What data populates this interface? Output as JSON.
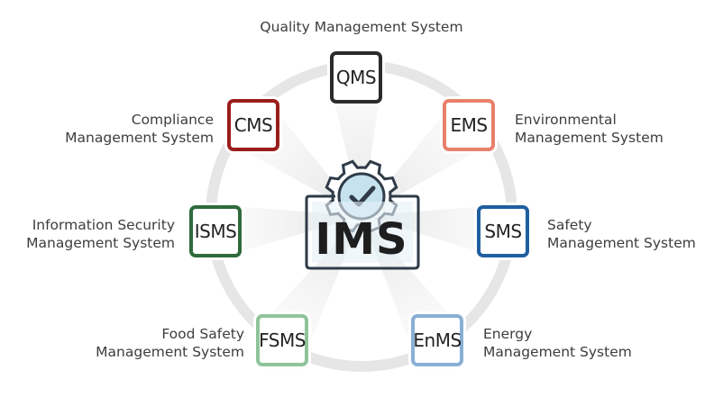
{
  "center": {
    "label": "IMS",
    "icon": "gear-check-icon"
  },
  "systems": [
    {
      "key": "qms",
      "abbr": "QMS",
      "name": "Quality Management System",
      "color": "#2b2b2b"
    },
    {
      "key": "ems",
      "abbr": "EMS",
      "name": "Environmental Management System",
      "color": "#e8806c"
    },
    {
      "key": "sms",
      "abbr": "SMS",
      "name": "Safety Management System",
      "color": "#1f5fa0"
    },
    {
      "key": "enms",
      "abbr": "EnMS",
      "name": "Energy Management System",
      "color": "#8aafd6"
    },
    {
      "key": "fsms",
      "abbr": "FSMS",
      "name": "Food Safety Management System",
      "color": "#8fc49a"
    },
    {
      "key": "isms",
      "abbr": "ISMS",
      "name": "Information Security Management System",
      "color": "#2f6b3b"
    },
    {
      "key": "cms",
      "abbr": "CMS",
      "name": "Compliance Management System",
      "color": "#9b1c1c"
    }
  ],
  "label_lines": {
    "qms": [
      "Quality Management System"
    ],
    "ems": [
      "Environmental",
      "Management System"
    ],
    "sms": [
      "Safety",
      "Management System"
    ],
    "enms": [
      "Energy",
      "Management System"
    ],
    "fsms": [
      "Food Safety",
      "Management System"
    ],
    "isms": [
      "Information Security",
      "Management System"
    ],
    "cms": [
      "Compliance",
      "Management System"
    ]
  }
}
